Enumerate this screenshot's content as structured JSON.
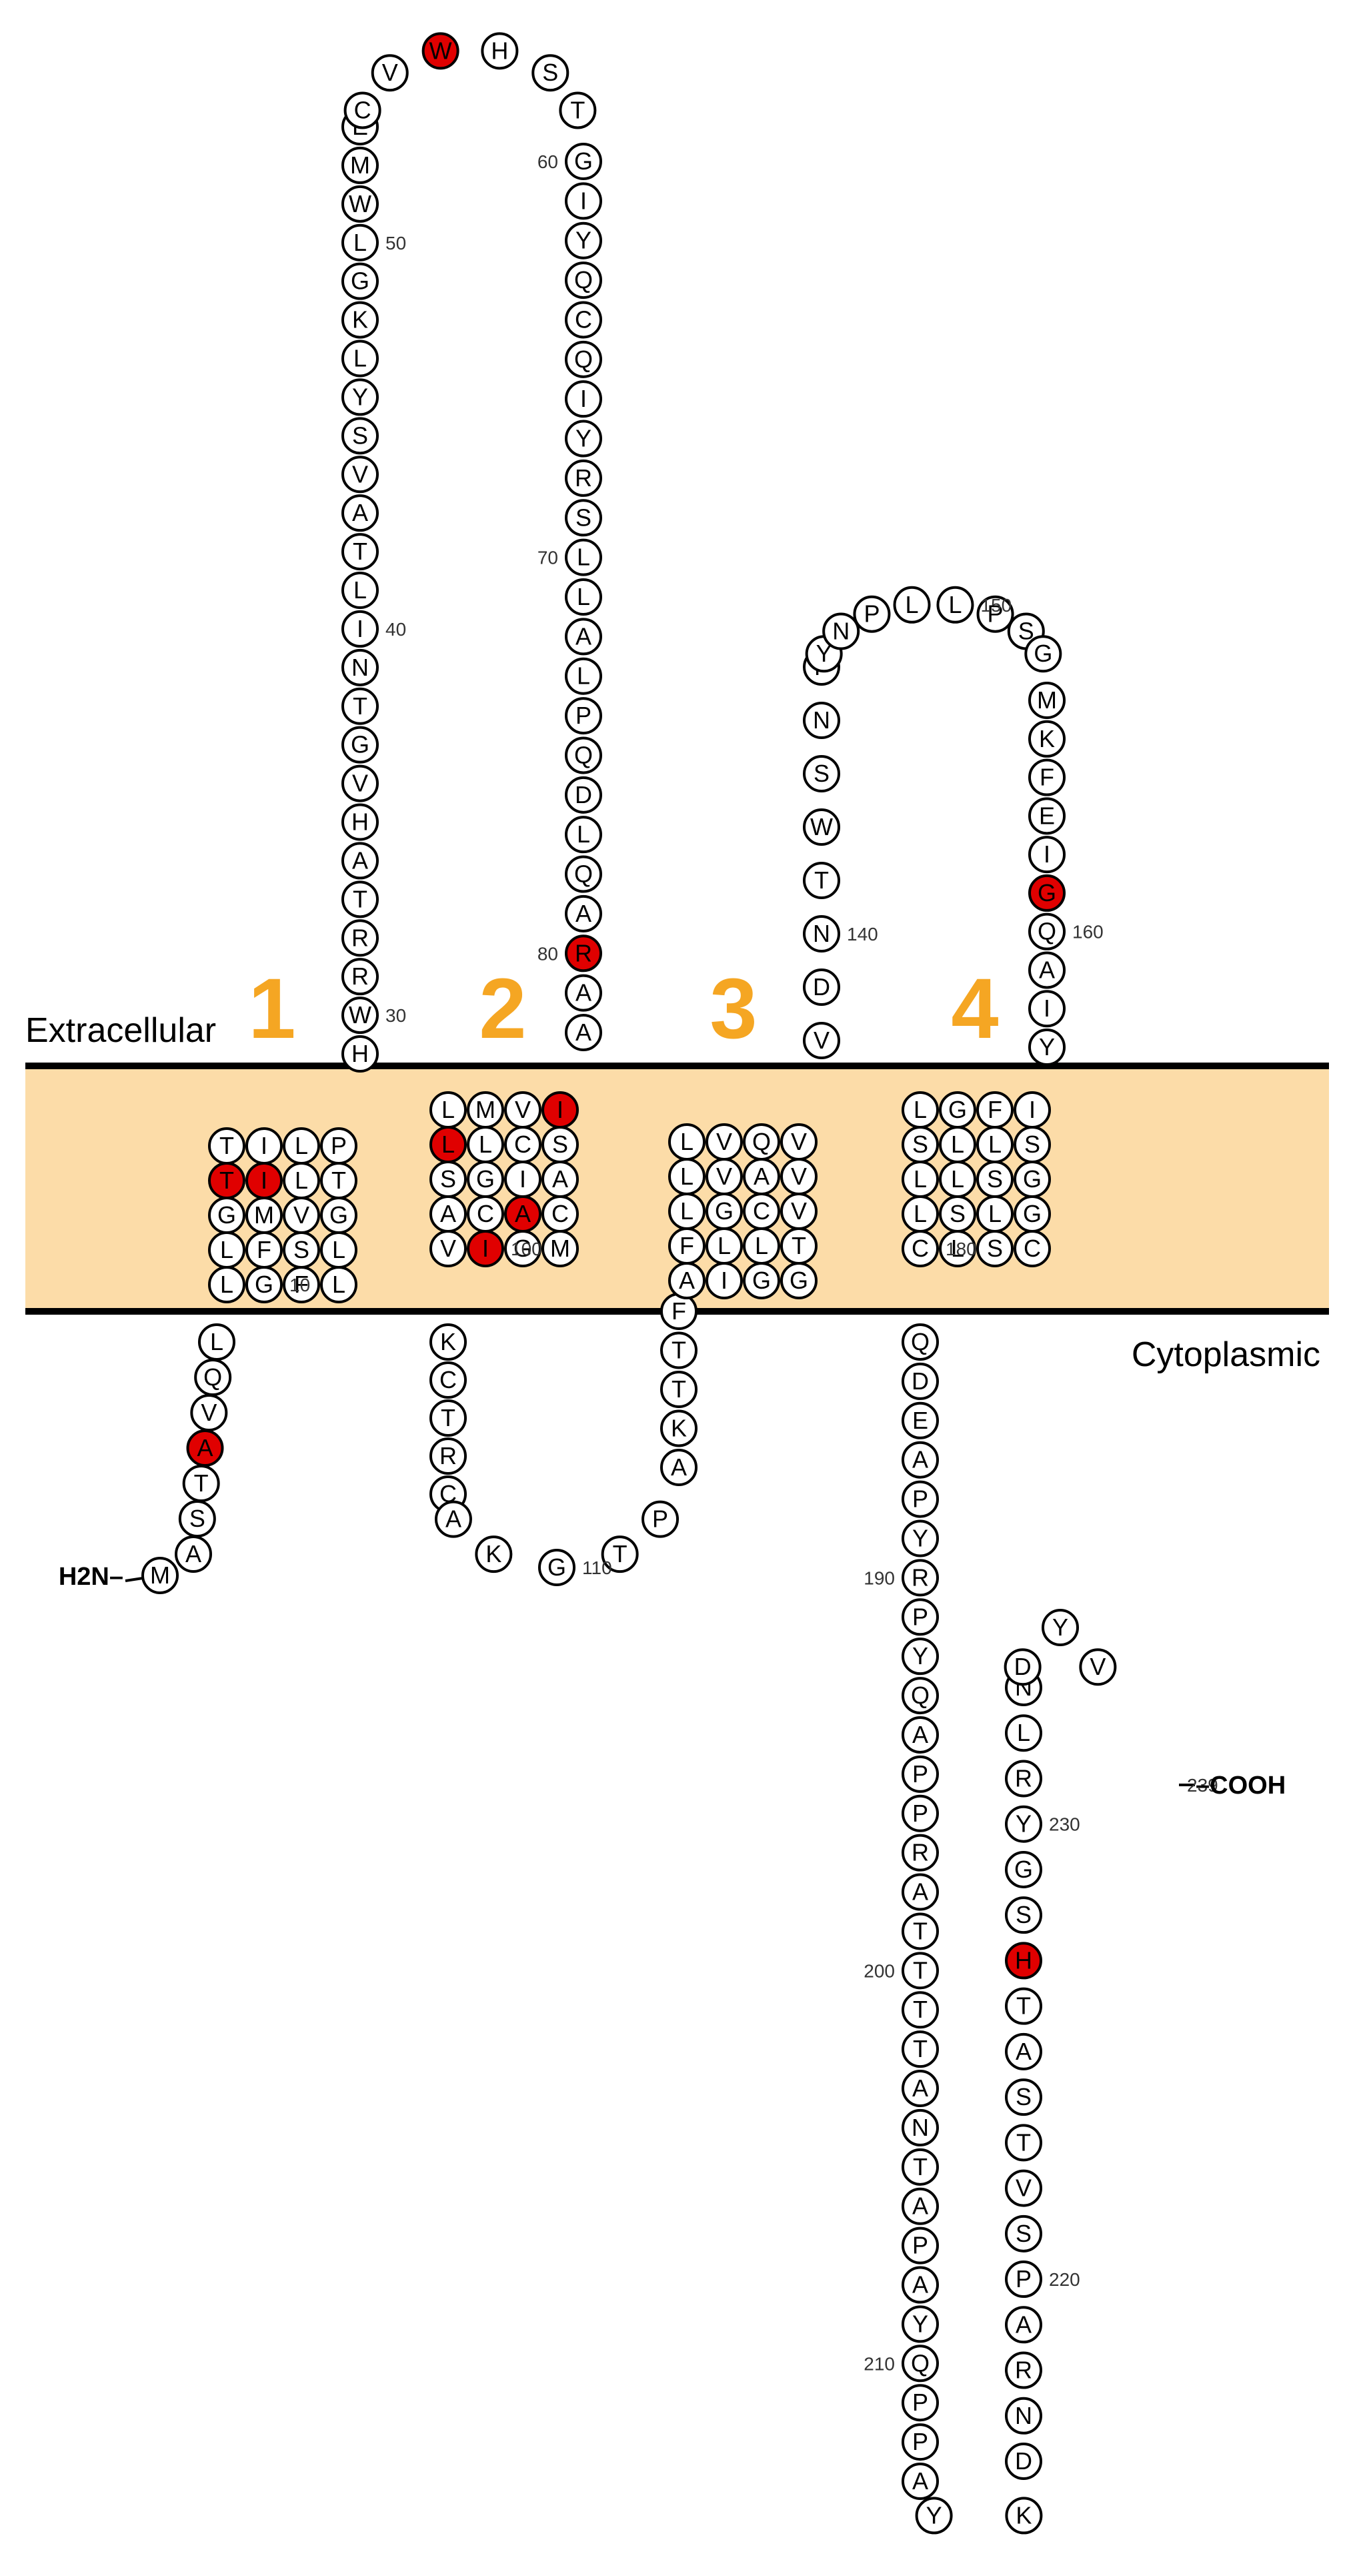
{
  "labels": {
    "extracellular": "Extracellular",
    "cytoplasmic": "Cytoplasmic",
    "n_terminus": "H2N–",
    "c_terminus": "–COOH"
  },
  "transmembrane_numbers": [
    "1",
    "2",
    "3",
    "4"
  ],
  "position_labels": [
    "10",
    "30",
    "40",
    "50",
    "60",
    "70",
    "80",
    "100",
    "110",
    "140",
    "150",
    "160",
    "180",
    "190",
    "200",
    "210",
    "220",
    "230",
    "239"
  ],
  "colors": {
    "membrane": "#fcdca8",
    "membrane_border": "#000000",
    "highlight": "#e00000",
    "residue_fill": "#ffffff",
    "tm_number": "#f5a623"
  },
  "sequence": "MASTAVQLLGFLLSFLGMVGTLITTILPHWRRTAHVGTNILTAVSYLKGLWMECVWHSTGIYQCQIYRSLLALPQDLQARAALMVISCLLSGIACACAVIGMKCTRCAKGTPAKTTFAIGGTLLFLGCVVAVLLVQVVDNTWSNFYNPLLPSGMKFEIGQAIYLGFISLLSLLSGGLSLCLSCQDEAPYRPYQAPPRATTTTANTAPAYQPPAYKDNRAPSVTSATHSGYRLNDYV",
  "highlighted_positions": [
    5,
    23,
    24,
    56,
    80,
    86,
    90,
    96,
    100,
    159,
    227
  ]
}
